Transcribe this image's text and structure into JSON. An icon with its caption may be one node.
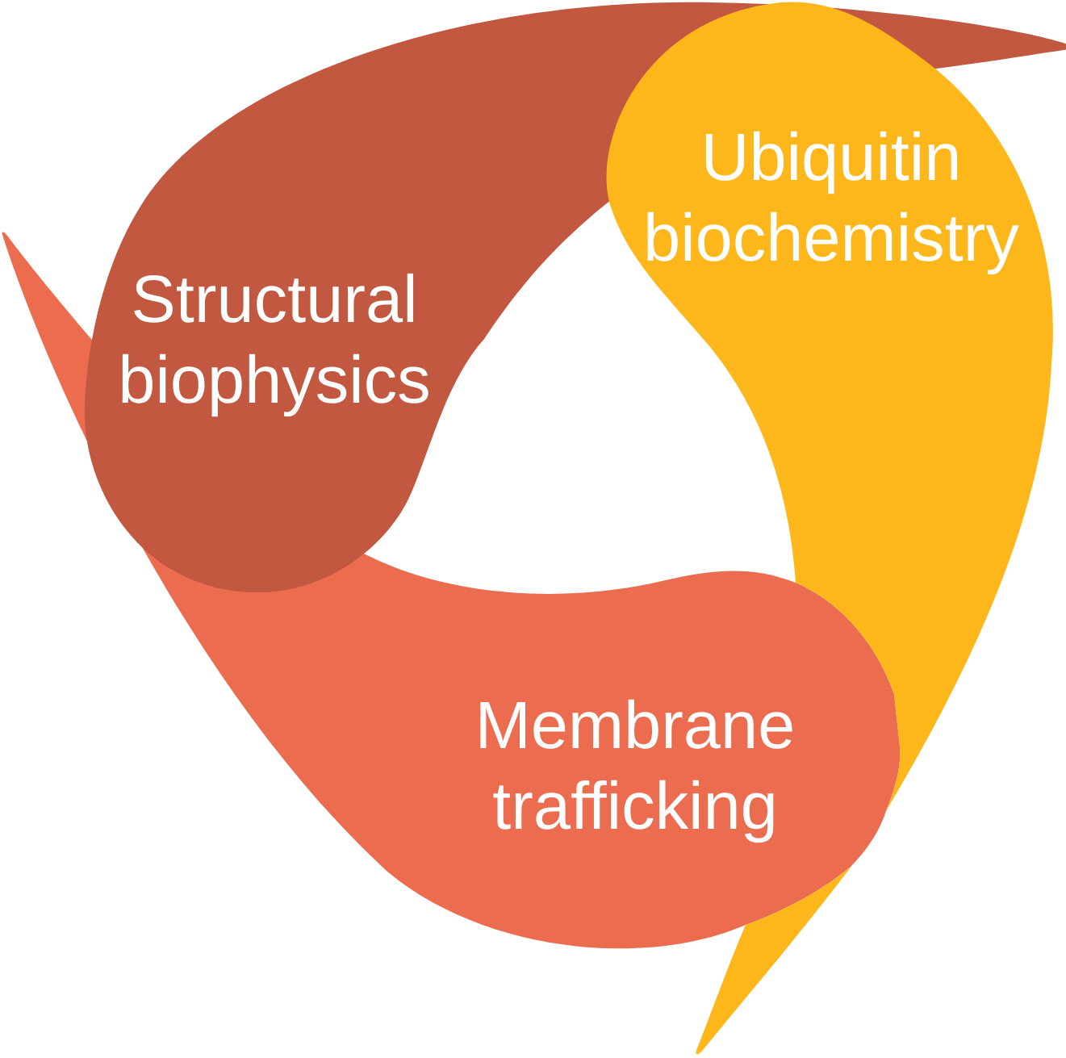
{
  "diagram": {
    "nodes": [
      {
        "text": [
          "Ubiquitin biochemistry"
        ]
      },
      {
        "text": [
          "Structural biophysics"
        ]
      },
      {
        "text": [
          "Membrane trafficking"
        ]
      }
    ]
  }
}
